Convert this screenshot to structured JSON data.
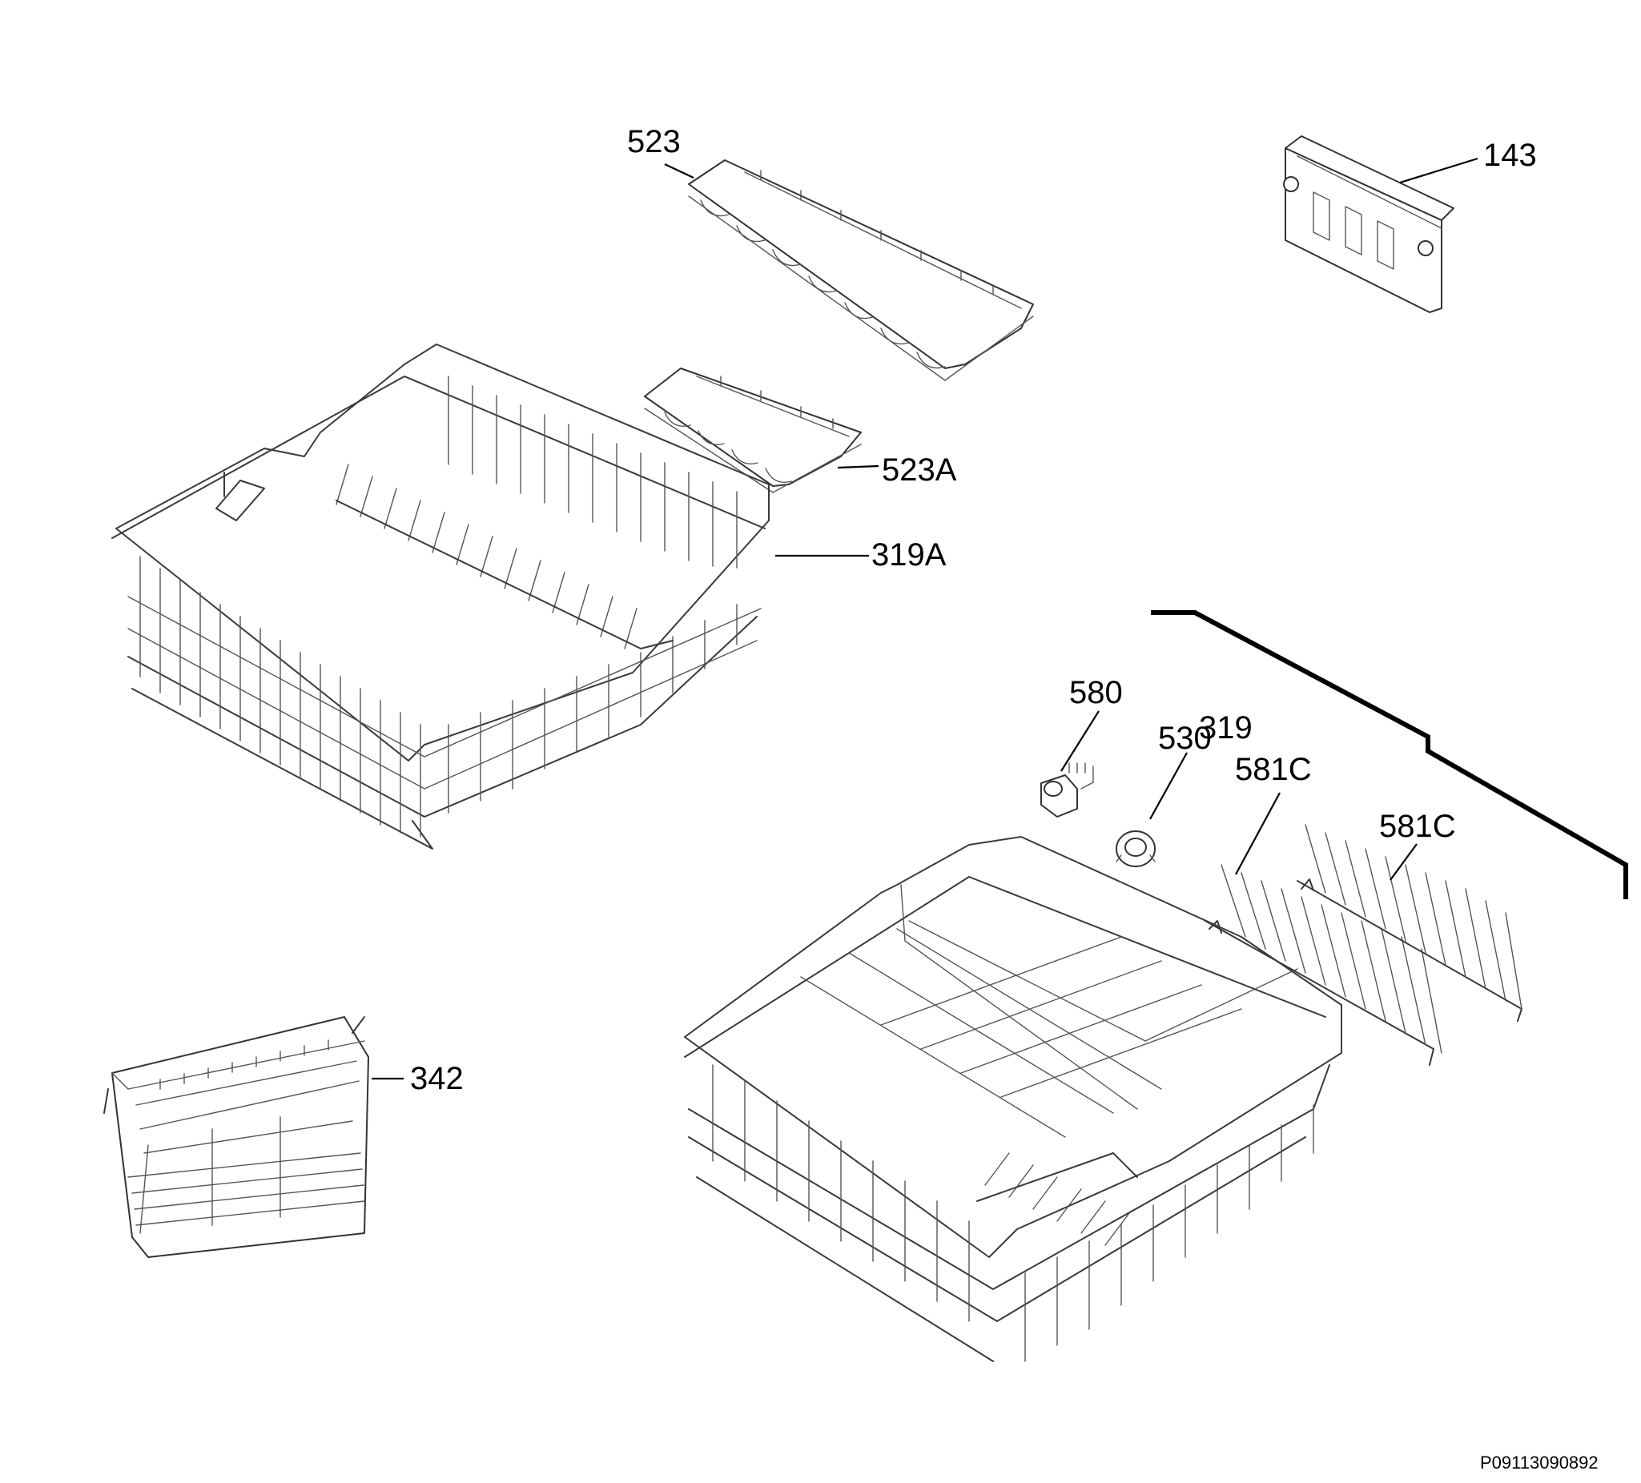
{
  "callouts": {
    "c523": "523",
    "c143": "143",
    "c523a": "523A",
    "c319a": "319A",
    "c319": "319",
    "c580": "580",
    "c530": "530",
    "c581c_a": "581C",
    "c581c_b": "581C",
    "c342": "342"
  },
  "document_id": "P09113090892"
}
